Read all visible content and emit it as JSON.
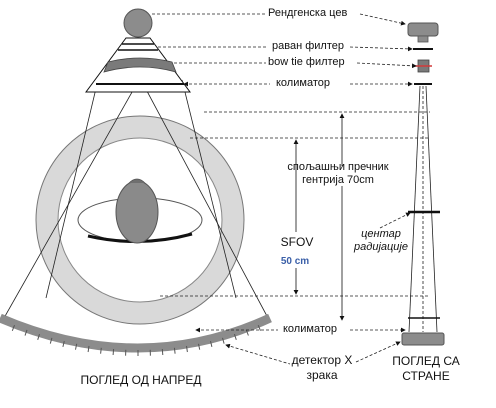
{
  "labels": {
    "xray_tube": "Рендгенска цев",
    "flat_filter": "раван филтер",
    "bowtie_filter": "bow tie филтер",
    "collimator_top": "колиматор",
    "outer_diameter_line1": "спољашњи пречник",
    "outer_diameter_line2": "гентрија 70cm",
    "sfov": "SFOV",
    "sfov_size": "50 cm",
    "center_line1": "центар",
    "center_line2": "радијације",
    "collimator_bottom": "колиматор",
    "detector_line1": "детектор X",
    "detector_line2": "зрака",
    "front_view": "ПОГЛЕД  ОД НАПРЕД",
    "side_view_line1": "ПОГЛЕД СА",
    "side_view_line2": "СТРАНЕ"
  },
  "colors": {
    "line": "#111111",
    "gantry_ring": "#d9d9d9",
    "detector_arc": "#8c8c8c",
    "filter_fill": "#7a7a7a",
    "side_filter_red": "#d23a3a",
    "sfov_text": "#3a5fa8"
  }
}
